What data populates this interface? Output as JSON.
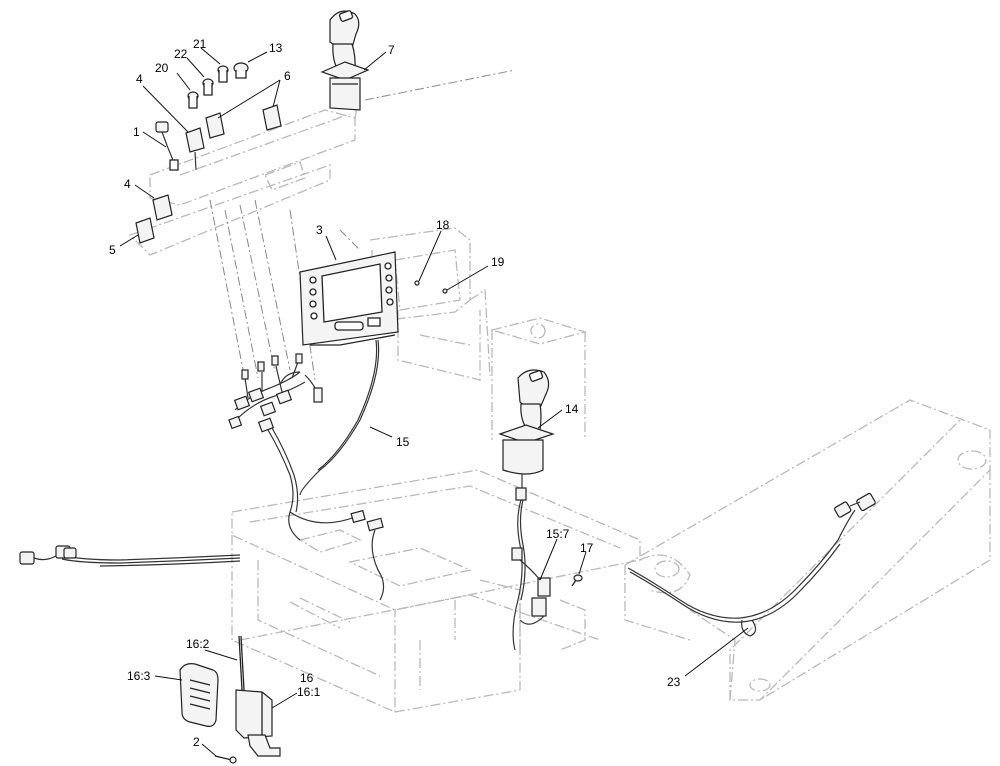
{
  "callouts": {
    "c1": "1",
    "c2": "2",
    "c3": "3",
    "c4a": "4",
    "c4b": "4",
    "c5": "5",
    "c6": "6",
    "c7": "7",
    "c13": "13",
    "c14": "14",
    "c15": "15",
    "c15_7": "15:7",
    "c16": "16",
    "c16_1": "16:1",
    "c16_2": "16:2",
    "c16_3": "16:3",
    "c17": "17",
    "c18": "18",
    "c19": "19",
    "c20": "20",
    "c21": "21",
    "c22": "22",
    "c23": "23"
  }
}
